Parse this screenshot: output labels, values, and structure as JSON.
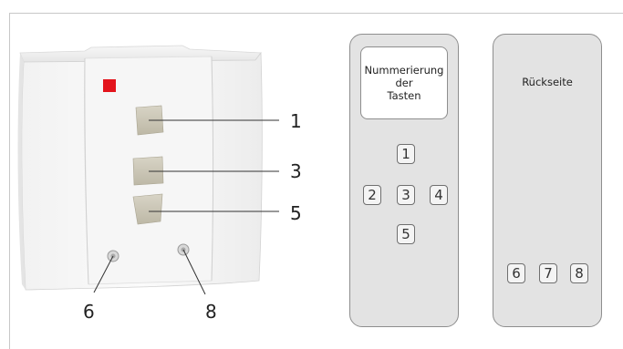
{
  "device": {
    "callouts": [
      {
        "id": "1",
        "label": "1"
      },
      {
        "id": "3",
        "label": "3"
      },
      {
        "id": "5",
        "label": "5"
      },
      {
        "id": "6",
        "label": "6"
      },
      {
        "id": "8",
        "label": "8"
      }
    ],
    "indicator_color": "#e3141c",
    "button_color": "#c9c4b3"
  },
  "remote_front": {
    "label": "Nummerierung\nder\nTasten",
    "keys": [
      "1",
      "2",
      "3",
      "4",
      "5"
    ]
  },
  "remote_back": {
    "label": "Rückseite",
    "keys": [
      "6",
      "7",
      "8"
    ]
  }
}
